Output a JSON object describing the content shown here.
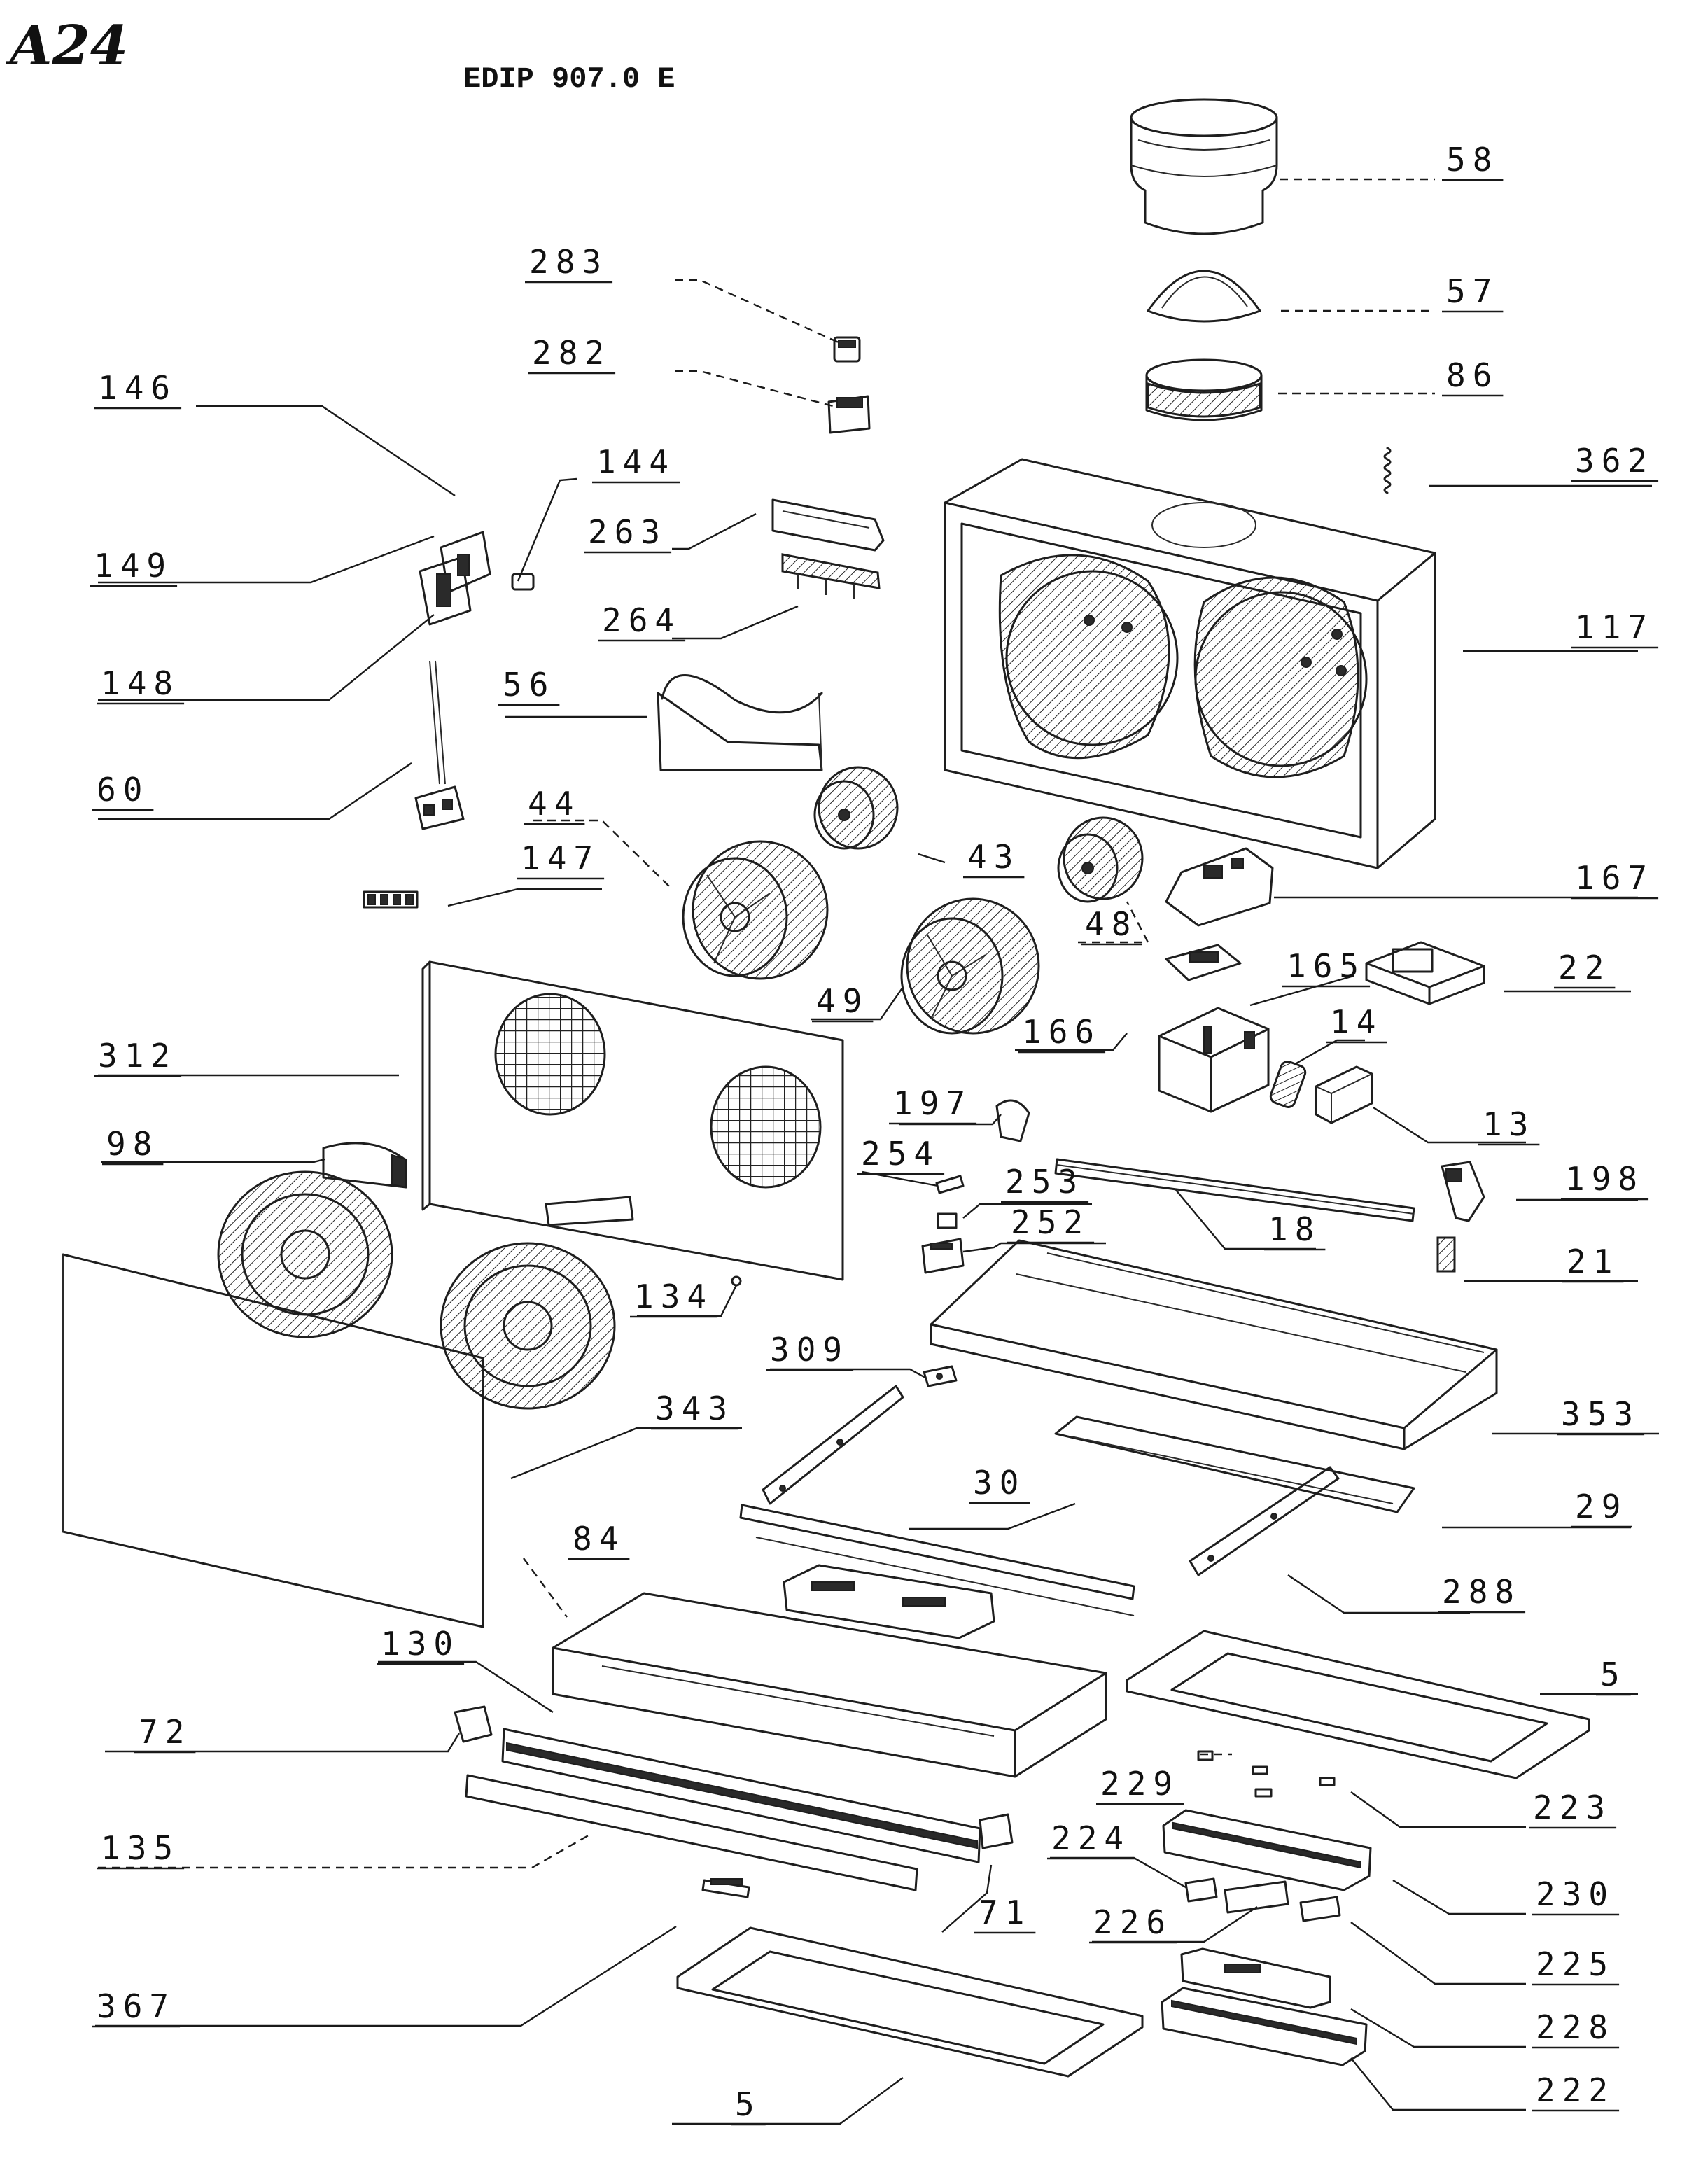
{
  "sheet_tag": "A24",
  "model": "EDIP 907.0 E",
  "callouts": [
    "283",
    "282",
    "146",
    "144",
    "263",
    "149",
    "264",
    "148",
    "56",
    "60",
    "44",
    "147",
    "43",
    "312",
    "98",
    "49",
    "48",
    "166",
    "134",
    "58",
    "57",
    "86",
    "362",
    "117",
    "167",
    "165",
    "22",
    "14",
    "13",
    "197",
    "254",
    "253",
    "252",
    "18",
    "198",
    "21",
    "309",
    "353",
    "343",
    "29",
    "30",
    "288",
    "84",
    "130",
    "5",
    "72",
    "229",
    "223",
    "135",
    "224",
    "230",
    "71",
    "226",
    "225",
    "367",
    "228",
    "222",
    "5"
  ]
}
